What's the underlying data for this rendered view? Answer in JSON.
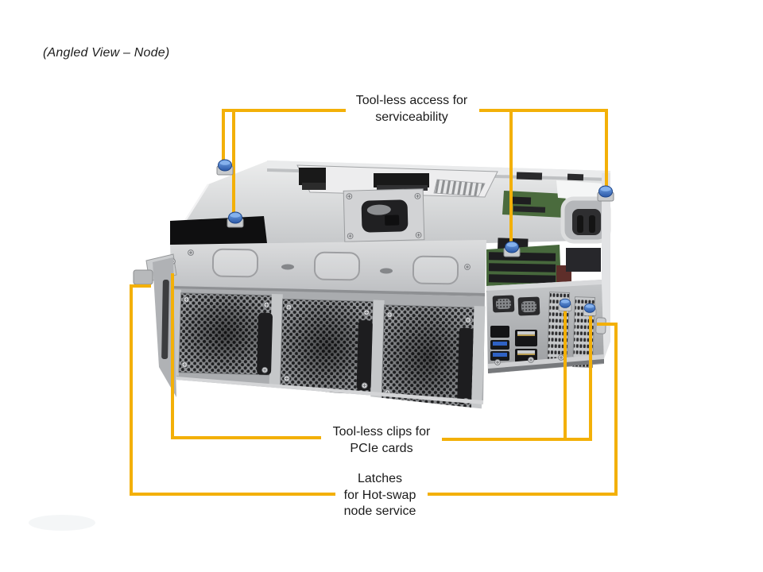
{
  "title": "(Angled View – Node)",
  "callouts": {
    "serviceability": {
      "lines": [
        "Tool-less access for",
        "serviceability"
      ]
    },
    "pcie_clips": {
      "lines": [
        "Tool-less clips for",
        "PCIe cards"
      ]
    },
    "hotswap_latches": {
      "lines": [
        "Latches",
        "for Hot-swap",
        "node service"
      ]
    }
  },
  "colors": {
    "callout_line": "#F3B008",
    "thumbscrew_blue": "#3C76C8",
    "chassis_light": "#E9EAEB",
    "chassis_mid": "#C6C8CB",
    "chassis_dark": "#9B9DA0",
    "pcb_green": "#47683C",
    "background": "#FFFFFF"
  }
}
